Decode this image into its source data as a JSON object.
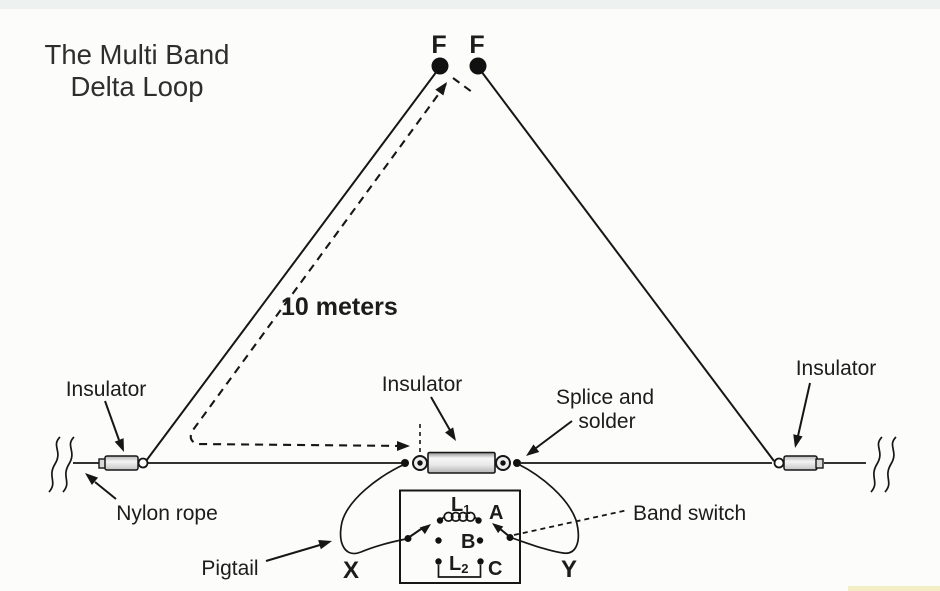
{
  "title": {
    "line1": "The Multi Band",
    "line2": "Delta Loop"
  },
  "apex": {
    "feed_left": "F",
    "feed_right": "F"
  },
  "dimension": {
    "label": "10 meters"
  },
  "callouts": {
    "insulator_left": "Insulator",
    "insulator_center": "Insulator",
    "insulator_right": "Insulator",
    "splice_line1": "Splice and",
    "splice_line2": "solder",
    "nylon_rope": "Nylon rope",
    "pigtail": "Pigtail",
    "band_switch": "Band switch"
  },
  "switch_box": {
    "inductor1": {
      "letter": "L",
      "sub": "1"
    },
    "inductor2": {
      "letter": "L",
      "sub": "2"
    },
    "position_a": "A",
    "position_b": "B",
    "position_c": "C",
    "terminal_x": "X",
    "terminal_y": "Y"
  },
  "colors": {
    "line": "#161616",
    "background": "#fcfcfb",
    "insulator_fill_light": "#f5f5f5",
    "insulator_fill_dark": "#a0a0a0",
    "top_strip": "#e9edec",
    "bottom_right_strip": "#f2ecbe"
  }
}
